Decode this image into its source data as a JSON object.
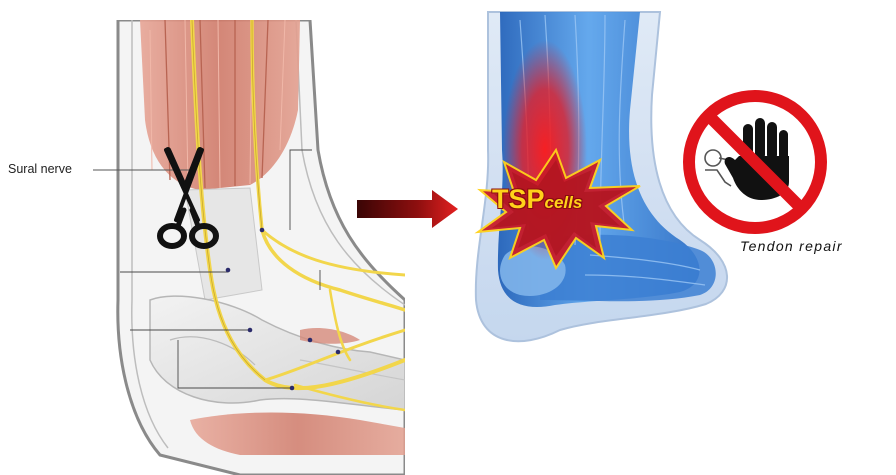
{
  "labels": {
    "sural_nerve": "Sural nerve",
    "tsp_main": "TSP",
    "tsp_sub": "cells",
    "tendon_repair": "Tendon repair"
  },
  "icons": {
    "scissors": "scissors-icon",
    "arrow": "arrow-right-icon",
    "prohibition": "no-entry-hand-icon"
  },
  "colors": {
    "nerve": "#f2d64b",
    "muscle": "#d98a78",
    "leg_blue": "#3f86d8",
    "inflammation": "#e8202b",
    "burst_fill": "#c81c2a",
    "burst_text": "#ffd21a",
    "prohibit_red": "#e0141b",
    "arrow_dark": "#5a0b0b"
  }
}
